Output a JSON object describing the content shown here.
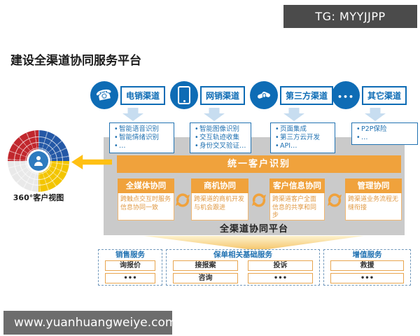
{
  "colors": {
    "blue": "#0e6cb5",
    "orange": "#f0a23c",
    "panel_gray": "#cacaca",
    "arrow_yellow": "#ffc013",
    "light_blue_arrow": "#c7ddf0",
    "dashed_border_blue": "#6f97bb",
    "badge_gray": "#4b4b4b"
  },
  "watermarks": {
    "tg_badge": "TG: MYYJJPP",
    "website": "www.yuanhuangweiye.com"
  },
  "title": "建设全渠道协同服务平台",
  "channels": [
    {
      "label": "电销渠道",
      "icon": "phone-icon",
      "items": [
        "智能语音识别",
        "智能情绪识别",
        "…"
      ]
    },
    {
      "label": "网销渠道",
      "icon": "mobile-icon",
      "items": [
        "智能图像识别",
        "交互轨迹收集",
        "身份交叉验证…"
      ]
    },
    {
      "label": "第三方渠道",
      "icon": "handshake-icon",
      "items": [
        "页面集成",
        "第三方云开发",
        "API…"
      ]
    },
    {
      "label": "其它渠道",
      "icon": "ellipsis-icon",
      "items": [
        "P2P保险",
        "…"
      ]
    }
  ],
  "platform": {
    "unified_id_bar": "统一客户识别",
    "modules": [
      {
        "title": "全媒体协同",
        "desc": "跨触点交互时服务 信息协同一致"
      },
      {
        "title": "商机协同",
        "desc": "跨渠道的商机开发 与机会跟进"
      },
      {
        "title": "客户信息协同",
        "desc": "跨渠道客户全面信息的共享和同步"
      },
      {
        "title": "管理协同",
        "desc": "跨渠道业务流程无缝衔接"
      }
    ],
    "caption": "全渠道协同平台"
  },
  "customer_view": {
    "label": "360°客户视图"
  },
  "services": [
    {
      "title": "销售服务",
      "items": [
        "询报价",
        "•••"
      ]
    },
    {
      "title": "保单相关基础服务",
      "items": [
        "接报案",
        "投诉",
        "咨询",
        "•••"
      ]
    },
    {
      "title": "增值服务",
      "items": [
        "救援",
        "•••"
      ]
    }
  ]
}
